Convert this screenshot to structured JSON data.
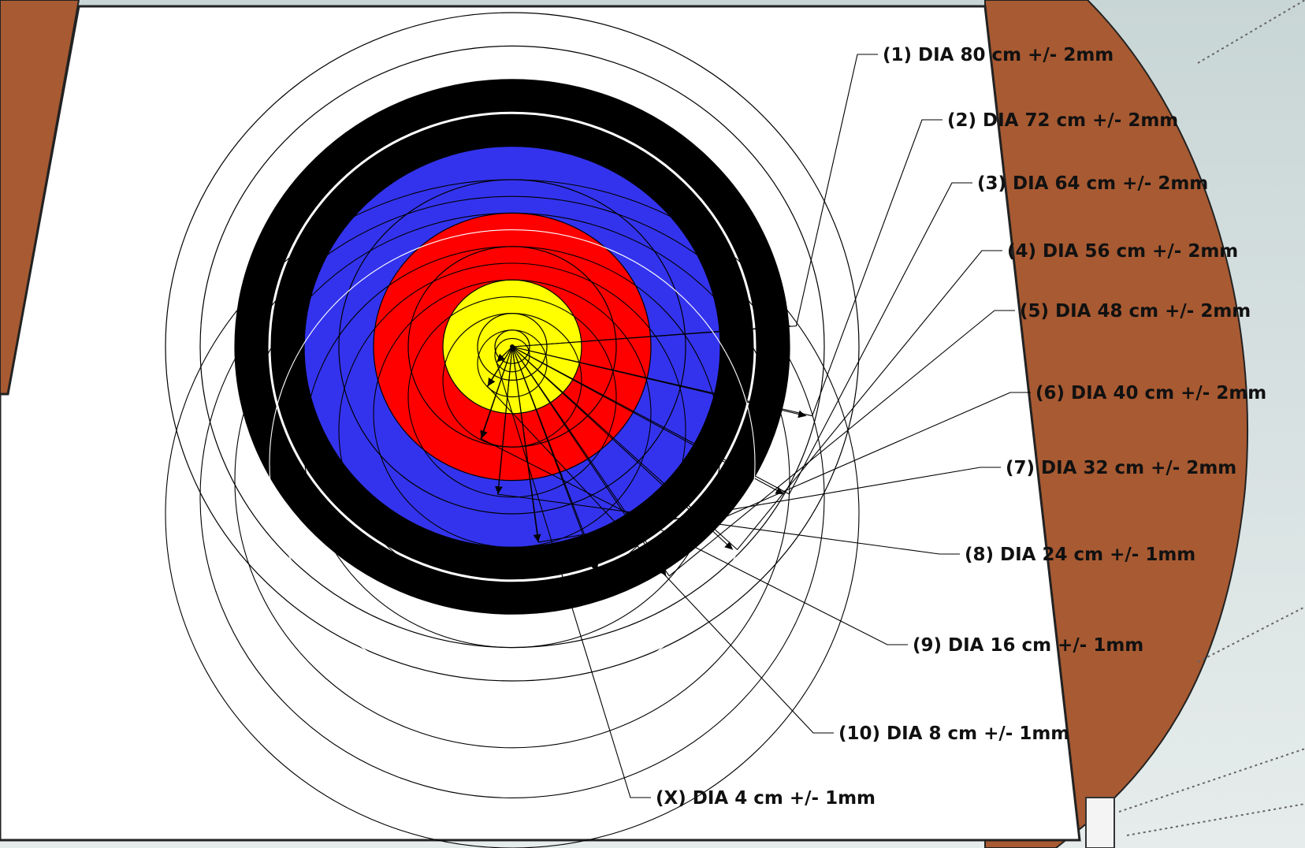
{
  "diagram": {
    "colors": {
      "white": "#ffffff",
      "black": "#000000",
      "blue": "#3333ee",
      "red": "#ff0000",
      "yellow": "#ffff00",
      "wood": "#a85a32",
      "sky": "#d4dfdf"
    },
    "zones": [
      {
        "label": "(1) DIA 80 cm +/- 2mm",
        "diameter_cm": 80,
        "tolerance": "2mm",
        "color": "white"
      },
      {
        "label": "(2) DIA 72 cm +/- 2mm",
        "diameter_cm": 72,
        "tolerance": "2mm",
        "color": "white"
      },
      {
        "label": "(3) DIA 64 cm +/- 2mm",
        "diameter_cm": 64,
        "tolerance": "2mm",
        "color": "black"
      },
      {
        "label": "(4) DIA 56 cm +/- 2mm",
        "diameter_cm": 56,
        "tolerance": "2mm",
        "color": "black"
      },
      {
        "label": "(5) DIA 48 cm +/- 2mm",
        "diameter_cm": 48,
        "tolerance": "2mm",
        "color": "blue"
      },
      {
        "label": "(6) DIA 40 cm +/- 2mm",
        "diameter_cm": 40,
        "tolerance": "2mm",
        "color": "blue"
      },
      {
        "label": "(7) DIA 32 cm +/- 2mm",
        "diameter_cm": 32,
        "tolerance": "2mm",
        "color": "red"
      },
      {
        "label": "(8) DIA 24 cm +/- 1mm",
        "diameter_cm": 24,
        "tolerance": "1mm",
        "color": "red"
      },
      {
        "label": "(9) DIA 16 cm +/- 1mm",
        "diameter_cm": 16,
        "tolerance": "1mm",
        "color": "yellow"
      },
      {
        "label": "(10) DIA 8 cm +/- 1mm",
        "diameter_cm": 8,
        "tolerance": "1mm",
        "color": "yellow"
      },
      {
        "label": "(X) DIA 4 cm +/- 1mm",
        "diameter_cm": 4,
        "tolerance": "1mm",
        "color": "yellow"
      }
    ]
  }
}
